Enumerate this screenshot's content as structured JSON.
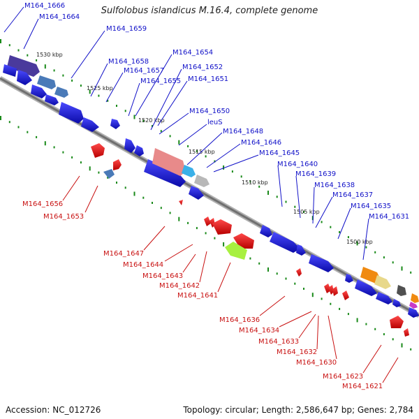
{
  "title": "Sulfolobus islandicus M.16.4, complete genome",
  "footer": {
    "accession": "Accession: NC_012726",
    "topology": "Topology: circular; Length: 2,586,647 bp; Genes: 2,784"
  },
  "scale_labels": [
    "1530 kbp",
    "1525 kbp",
    "1520 kbp",
    "1515 kbp",
    "1510 kbp",
    "1505 kbp",
    "1500 kbp"
  ],
  "top_labels": [
    "M164_1666",
    "M164_1664",
    "M164_1659",
    "M164_1658",
    "M164_1657",
    "M164_1655",
    "M164_1654",
    "M164_1652",
    "M164_1651",
    "M164_1650",
    "leuS",
    "M164_1648",
    "M164_1646",
    "M164_1645",
    "M164_1640",
    "M164_1639",
    "M164_1638",
    "M164_1637",
    "M164_1635",
    "M164_1631"
  ],
  "bottom_labels": [
    "M164_1656",
    "M164_1653",
    "M164_1647",
    "M164_1644",
    "M164_1643",
    "M164_1642",
    "M164_1641",
    "M164_1636",
    "M164_1634",
    "M164_1633",
    "M164_1632",
    "M164_1630",
    "M164_1623",
    "M164_1621"
  ],
  "colors": {
    "forward": "#1a1ad6",
    "reverse": "#e01a1a",
    "backbone": "#7a7a7a",
    "tick": "#1a8a1a",
    "label_blue": "#1010c8",
    "label_red": "#c81010"
  }
}
